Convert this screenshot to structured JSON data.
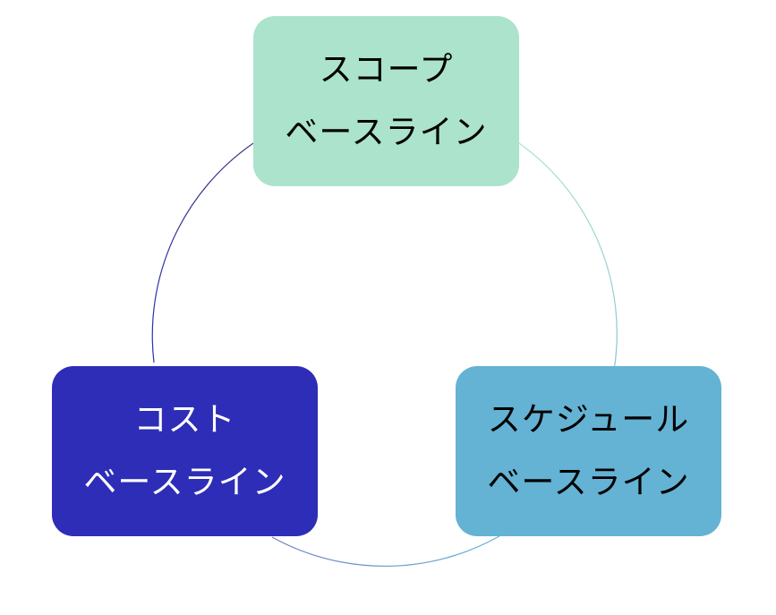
{
  "nodes": [
    {
      "id": "scope",
      "line1": "スコープ",
      "line2": "ベースライン",
      "color": "#abe3cc",
      "text_color": "#000000"
    },
    {
      "id": "cost",
      "line1": "コスト",
      "line2": "ベースライン",
      "color": "#2d2db8",
      "text_color": "#ffffff"
    },
    {
      "id": "schedule",
      "line1": "スケジュール",
      "line2": "ベースライン",
      "color": "#64b2d4",
      "text_color": "#000000"
    }
  ],
  "cycle": {
    "arc_colors": [
      "#98d2d2",
      "#2d2d8a",
      "#64b2d4"
    ]
  }
}
